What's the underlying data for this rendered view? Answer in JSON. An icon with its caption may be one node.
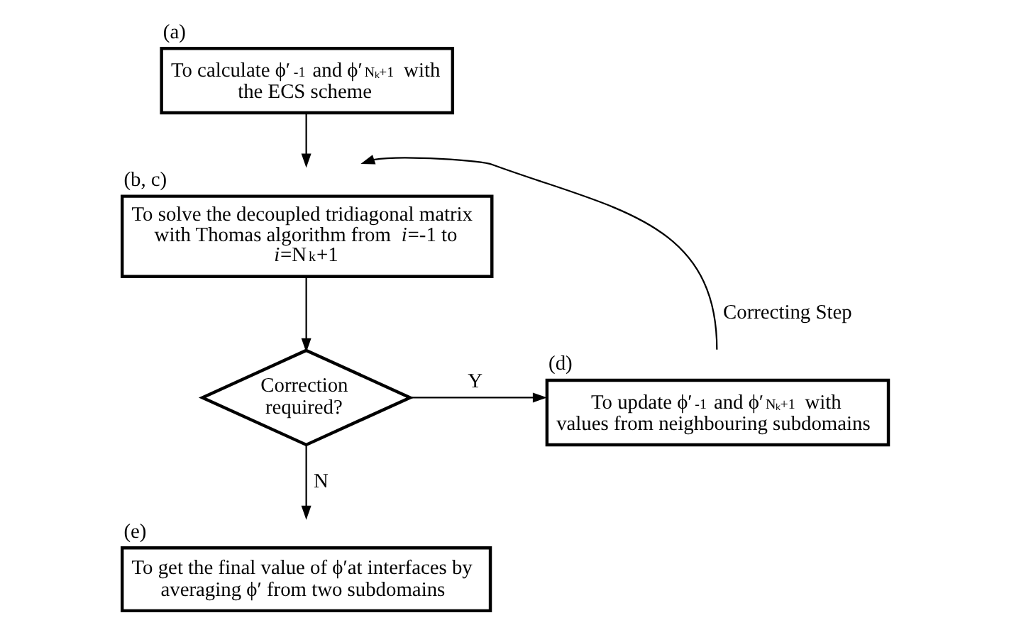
{
  "diagram": {
    "nodes": [
      {
        "text": [
          "(a)",
          "To calculate ϕ′$_{-1}$ and ϕ′$_{Nₖ+1}$ with the ECS scheme"
        ]
      },
      {
        "text": [
          "(b, c)",
          "To solve the decoupled tridiagonal matrix with Thomas algorithm from *i*=-1 to *i*=N$_{k}$+1"
        ]
      },
      {
        "text": [
          "Correction required?"
        ]
      },
      {
        "text": [
          "(d)",
          "To update ϕ′$_{-1}$ and ϕ′$_{Nₖ+1}$ with values from neighbouring subdomains"
        ]
      },
      {
        "text": [
          "(e)",
          "To get the final value of ϕ′at interfaces by averaging ϕ′ from two subdomains"
        ]
      }
    ],
    "edges": [
      {
        "from": 0,
        "to": 1,
        "arrow": "to"
      },
      {
        "from": 1,
        "to": 2,
        "arrow": "to"
      },
      {
        "from": 2,
        "to": 3,
        "arrow": "to",
        "label": "Y"
      },
      {
        "from": 2,
        "to": 4,
        "arrow": "to",
        "label": "N"
      },
      {
        "from": 3,
        "to": 1,
        "arrow": "to",
        "label": "Correcting Step"
      }
    ]
  }
}
